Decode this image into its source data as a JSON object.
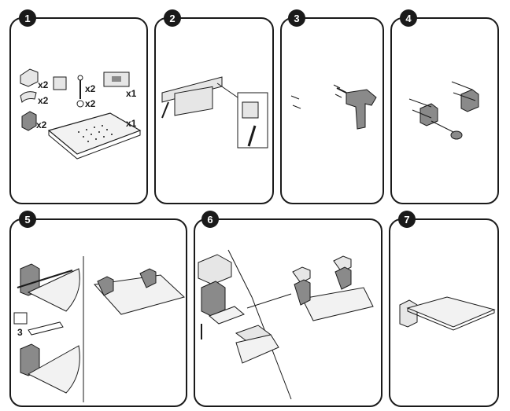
{
  "panels": [
    {
      "step": "1",
      "quantities": [
        "x2",
        "x2",
        "x2",
        "x2",
        "x2",
        "x1",
        "x1"
      ]
    },
    {
      "step": "2"
    },
    {
      "step": "3"
    },
    {
      "step": "4"
    },
    {
      "step": "5",
      "measure": "3"
    },
    {
      "step": "6"
    },
    {
      "step": "7"
    }
  ],
  "colors": {
    "outline": "#1a1a1a",
    "part_fill": "#e6e6e6",
    "bracket_fill": "#8a8a8a",
    "seat_fill": "#f2f2f2"
  }
}
